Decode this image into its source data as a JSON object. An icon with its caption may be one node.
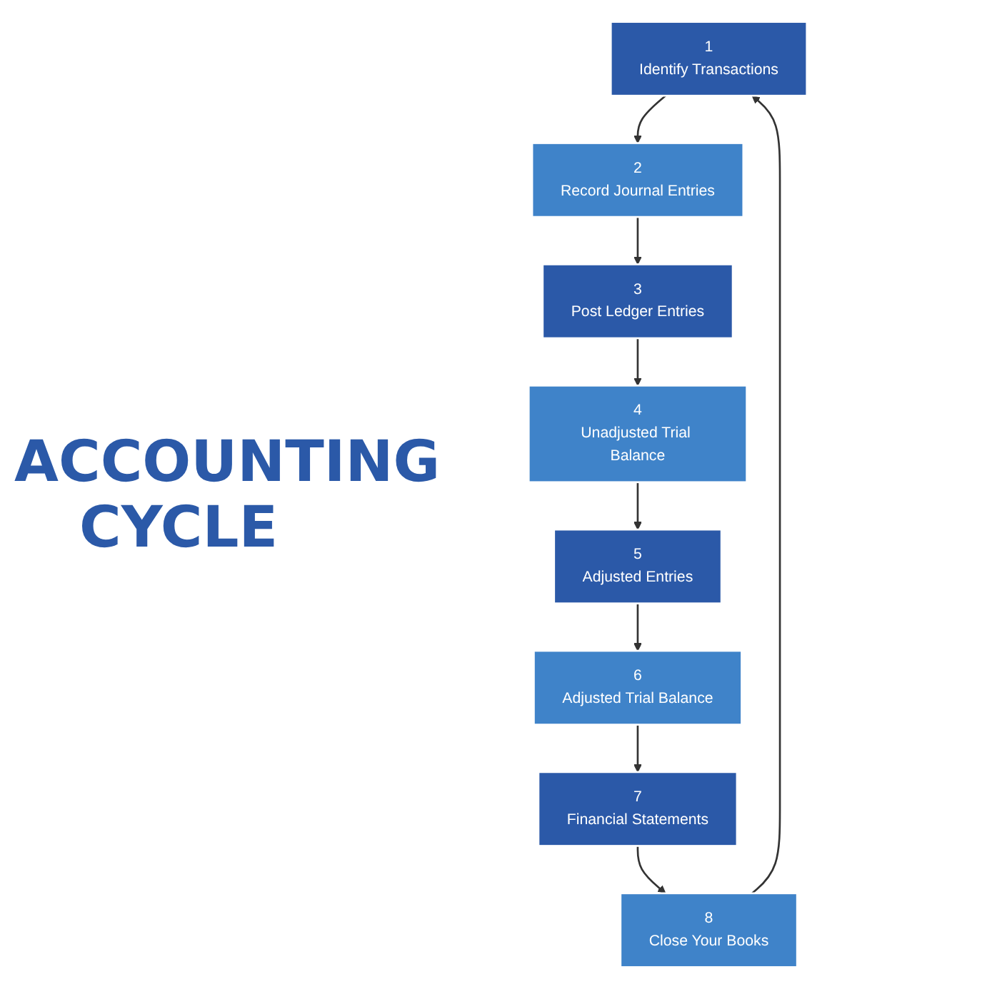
{
  "diagram": {
    "title": "ACCOUNTING CYCLE",
    "nodes": [
      {
        "text": [
          "1",
          "Identify Transactions"
        ]
      },
      {
        "text": [
          "2",
          "Record Journal Entries"
        ]
      },
      {
        "text": [
          "3",
          "Post Ledger Entries"
        ]
      },
      {
        "text": [
          "4",
          "Unadjusted Trial Balance"
        ]
      },
      {
        "text": [
          "5",
          "Adjusted Entries"
        ]
      },
      {
        "text": [
          "6",
          "Adjusted Trial Balance"
        ]
      },
      {
        "text": [
          "7",
          "Financial Statements"
        ]
      },
      {
        "text": [
          "8",
          "Close Your Books"
        ]
      }
    ],
    "edges": [
      {
        "from": 0,
        "to": 1,
        "arrow": "to"
      },
      {
        "from": 1,
        "to": 2,
        "arrow": "to"
      },
      {
        "from": 2,
        "to": 3,
        "arrow": "to"
      },
      {
        "from": 3,
        "to": 4,
        "arrow": "to"
      },
      {
        "from": 4,
        "to": 5,
        "arrow": "to"
      },
      {
        "from": 5,
        "to": 6,
        "arrow": "to"
      },
      {
        "from": 6,
        "to": 7,
        "arrow": "to"
      },
      {
        "from": 7,
        "to": 0,
        "arrow": "to"
      }
    ]
  }
}
